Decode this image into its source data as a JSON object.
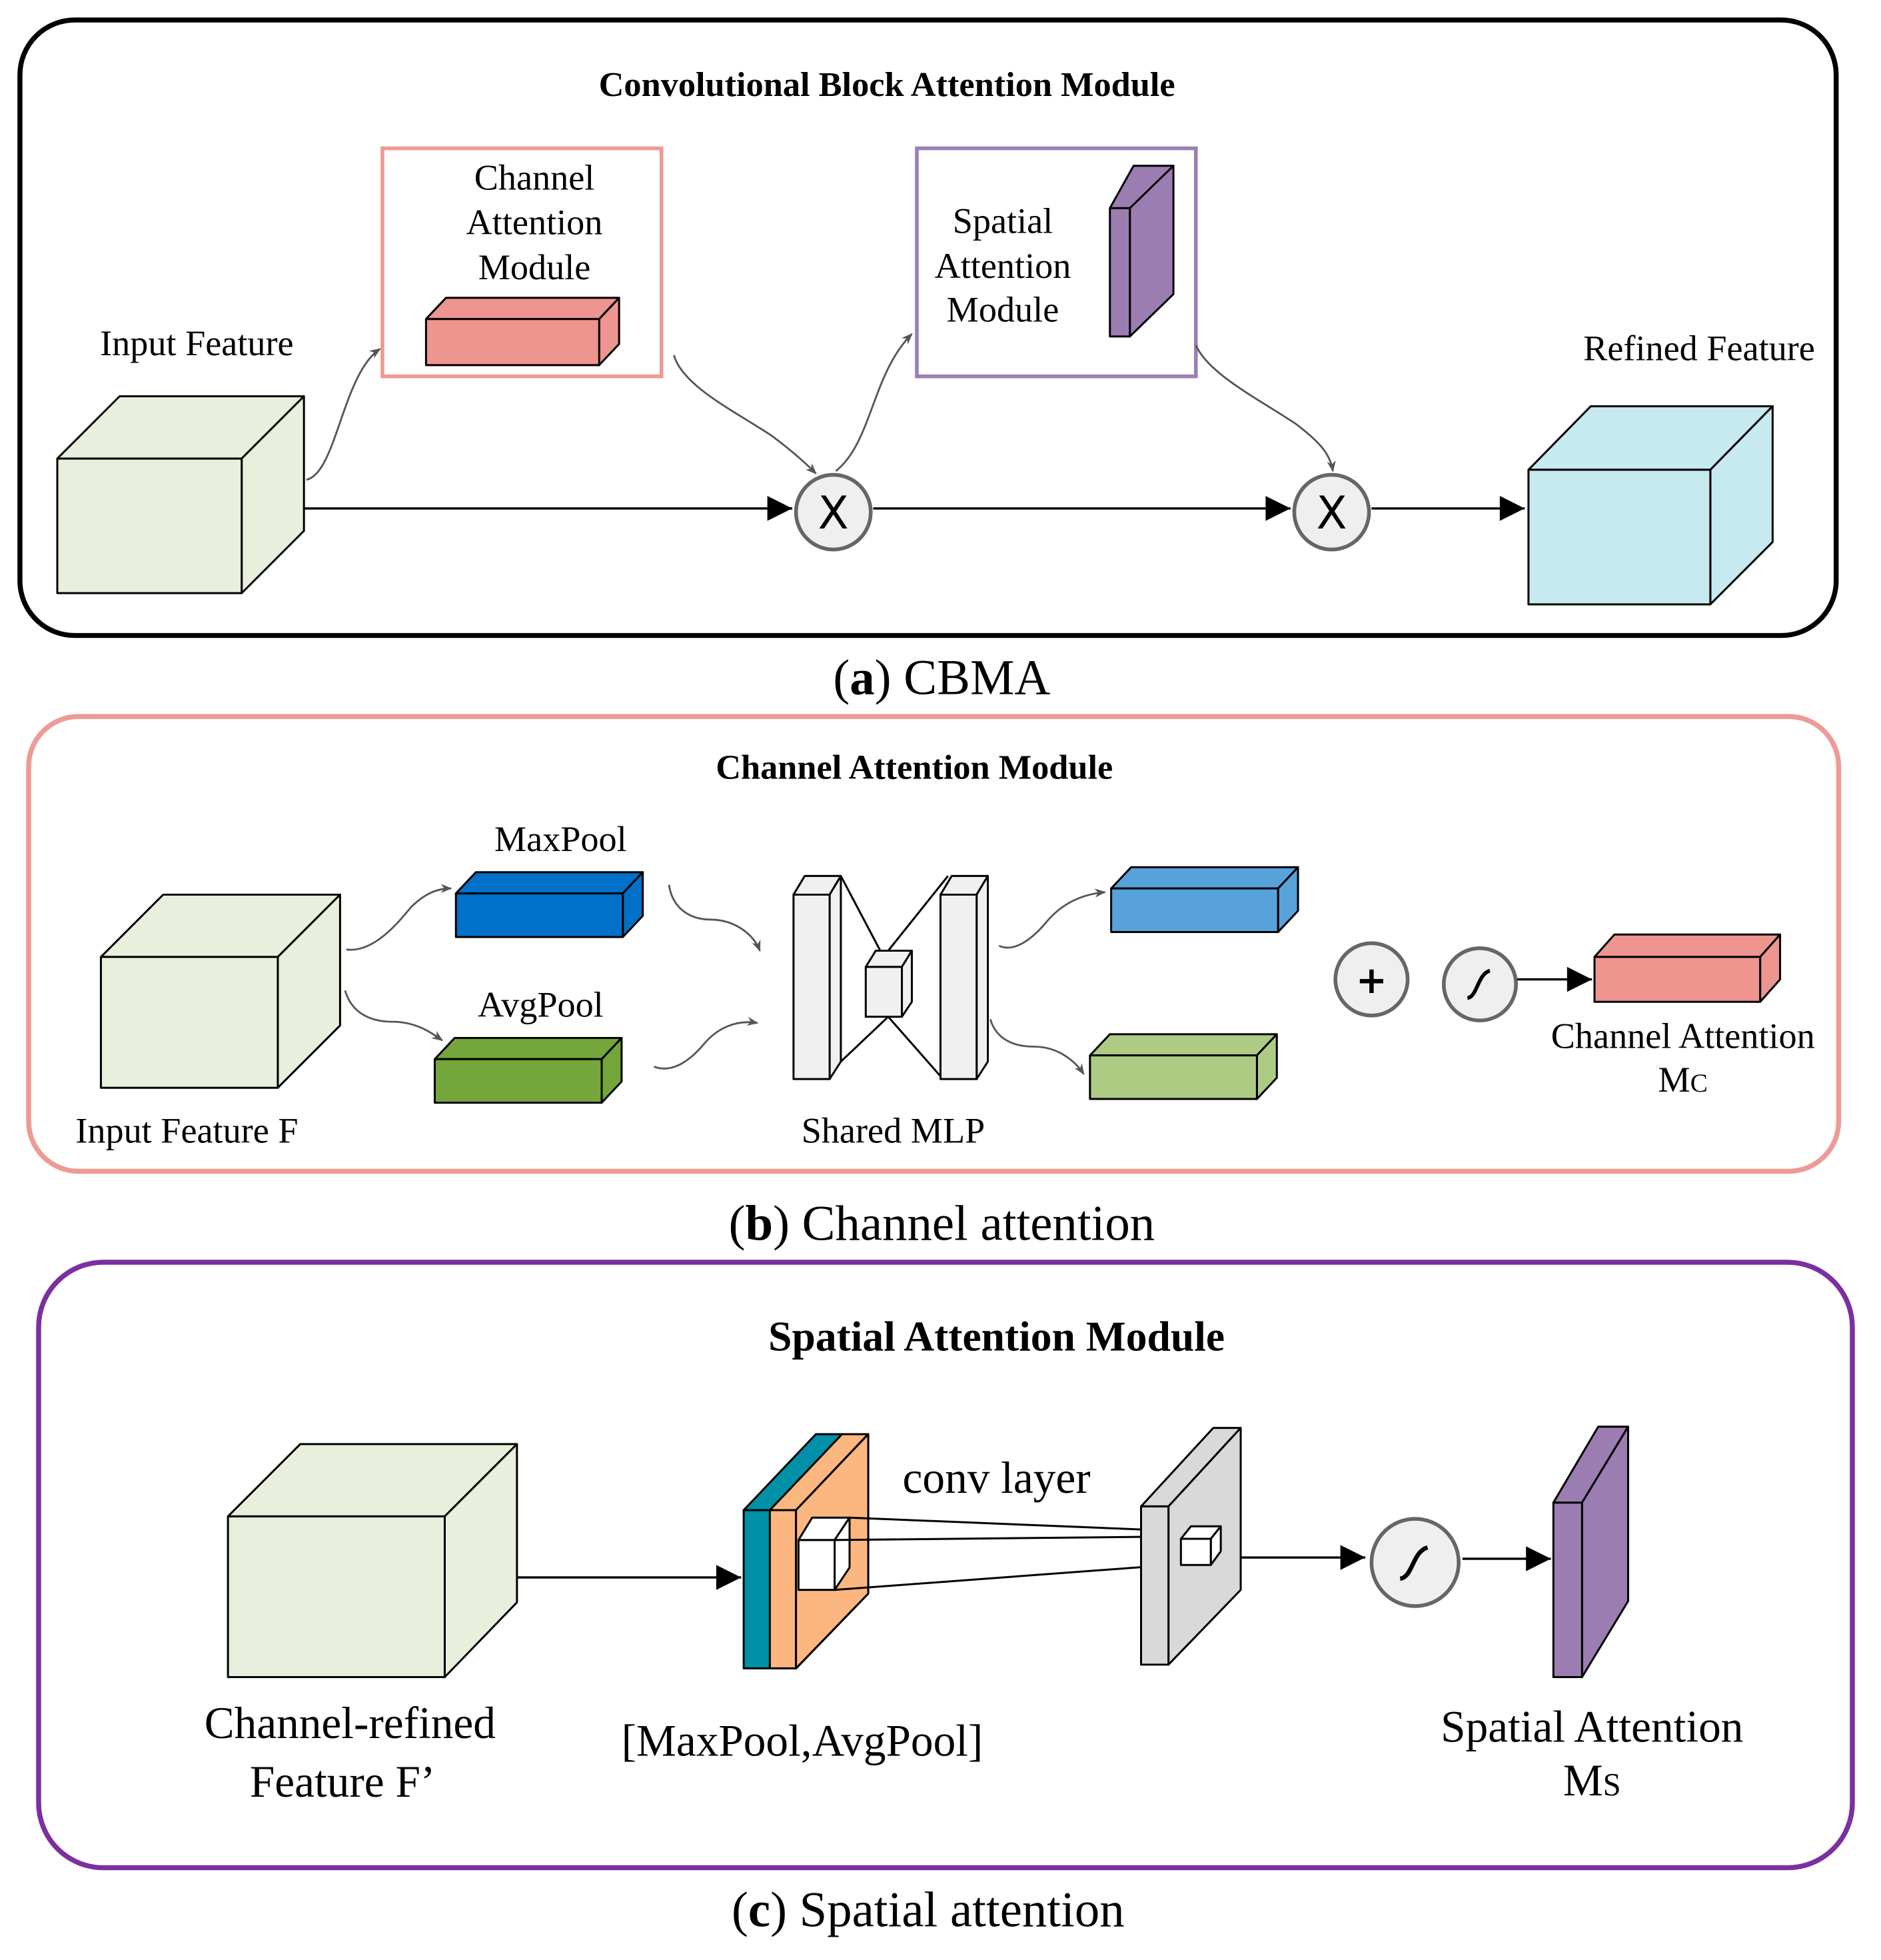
{
  "colors": {
    "cbam_border": "#000000",
    "channel_border": "#ee9a95",
    "spatial_border": "#7b2fa0",
    "spatial_inner_border": "#9b7fb5",
    "input_feature": "#e8efdd",
    "refined_feature": "#c7eaf0",
    "channel_attention": "#ee9590",
    "spatial_attention": "#9b7db1",
    "maxpool_block": "#0070c9",
    "avgpool_block": "#74a63b",
    "mlp_out_max": "#58a2dc",
    "mlp_out_avg": "#aecb84",
    "operator_fill": "#efefef",
    "operator_stroke": "#666666",
    "pool_concat_teal": "#0091a8",
    "pool_concat_orange": "#fbb77f",
    "conv_output": "#d9d9d9"
  },
  "panel_a": {
    "title": "Convolutional Block Attention Module",
    "input_label": "Input Feature",
    "channel_module_lines": [
      "Channel",
      "Attention",
      "Module"
    ],
    "spatial_module_lines": [
      "Spatial",
      "Attention",
      "Module"
    ],
    "refined_label": "Refined Feature",
    "multiply_symbol": "X",
    "caption_letter": "a",
    "caption_text": "CBMA"
  },
  "panel_b": {
    "title": "Channel Attention Module",
    "input_label": "Input Feature F",
    "maxpool_label": "MaxPool",
    "avgpool_label": "AvgPool",
    "mlp_label": "Shared MLP",
    "add_symbol": "+",
    "output_label_line1": "Channel Attention",
    "output_label_main": "M",
    "output_label_sub": "C",
    "caption_letter": "b",
    "caption_text": "Channel attention"
  },
  "panel_c": {
    "title": "Spatial Attention Module",
    "input_label_lines": [
      "Channel-refined",
      "Feature F’"
    ],
    "pool_label": "[MaxPool,AvgPool]",
    "conv_label": "conv layer",
    "output_label_line1": "Spatial Attention",
    "output_label_main": "M",
    "output_label_sub": "S",
    "caption_letter": "c",
    "caption_text": "Spatial attention"
  }
}
